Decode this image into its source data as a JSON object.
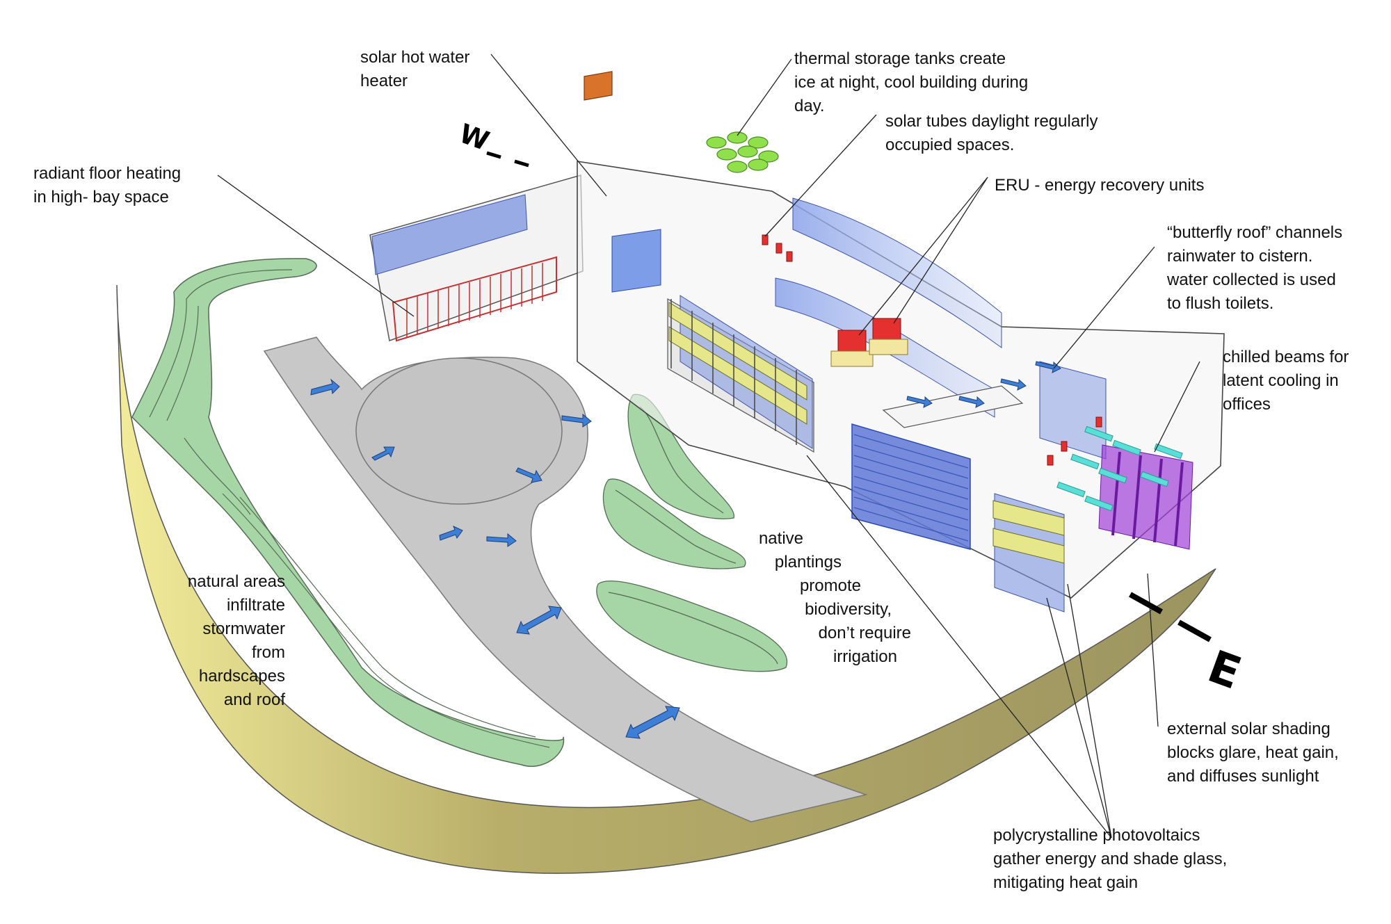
{
  "labels": {
    "solar_hot_water": [
      "solar hot water",
      "heater"
    ],
    "thermal_storage": [
      "thermal storage tanks create",
      "ice at night, cool building during",
      "day."
    ],
    "solar_tubes": [
      "solar tubes daylight regularly",
      "occupied spaces."
    ],
    "eru": [
      "ERU - energy recovery units"
    ],
    "butterfly_roof": [
      "“butterfly roof” channels",
      "rainwater to cistern.",
      "water collected is used",
      "to flush toilets."
    ],
    "chilled_beams": [
      "chilled beams for",
      "latent cooling in",
      "offices"
    ],
    "radiant_floor": [
      "radiant floor heating",
      "in high- bay space"
    ],
    "natural_areas": [
      "natural areas",
      "infiltrate",
      "stormwater",
      "from",
      "hardscapes",
      "and roof"
    ],
    "native_plantings": [
      "native",
      "plantings",
      "promote",
      "biodiversity,",
      "don’t require",
      "irrigation"
    ],
    "external_shading": [
      "external solar shading",
      "blocks glare, heat gain,",
      "and diffuses sunlight"
    ],
    "photovoltaics": [
      "polycrystalline photovoltaics",
      "gather energy and shade glass,",
      "mitigating heat gain"
    ]
  },
  "compass": {
    "west": "W",
    "east": "E"
  },
  "colors": {
    "vegetation": "#9fcf9f",
    "pavement": "#c8c8c8",
    "glass_blue": "#7b93e0",
    "pv_yellow": "#e6e68a",
    "shading_purple": "#a040d8",
    "tank_green": "#8fe04a",
    "eru_red": "#e53030",
    "berm_olive": "#9c9460",
    "arrow_blue": "#3d7fd6",
    "beam_cyan": "#58e0d8"
  }
}
